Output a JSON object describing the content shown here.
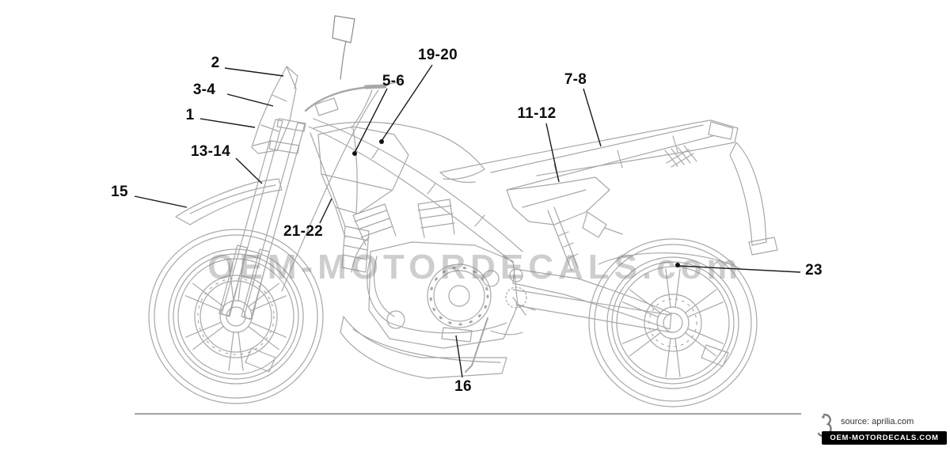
{
  "diagram": {
    "watermark": "OEM-MOTORDECALS.com",
    "callouts": [
      {
        "label": "2"
      },
      {
        "label": "3-4"
      },
      {
        "label": "1"
      },
      {
        "label": "13-14"
      },
      {
        "label": "15"
      },
      {
        "label": "21-22"
      },
      {
        "label": "5-6"
      },
      {
        "label": "19-20"
      },
      {
        "label": "11-12"
      },
      {
        "label": "7-8"
      },
      {
        "label": "23"
      },
      {
        "label": "16"
      }
    ]
  },
  "footer": {
    "source_label": "source: aprilia.com",
    "brand_badge": "OEM-MOTORDECALS.COM"
  }
}
